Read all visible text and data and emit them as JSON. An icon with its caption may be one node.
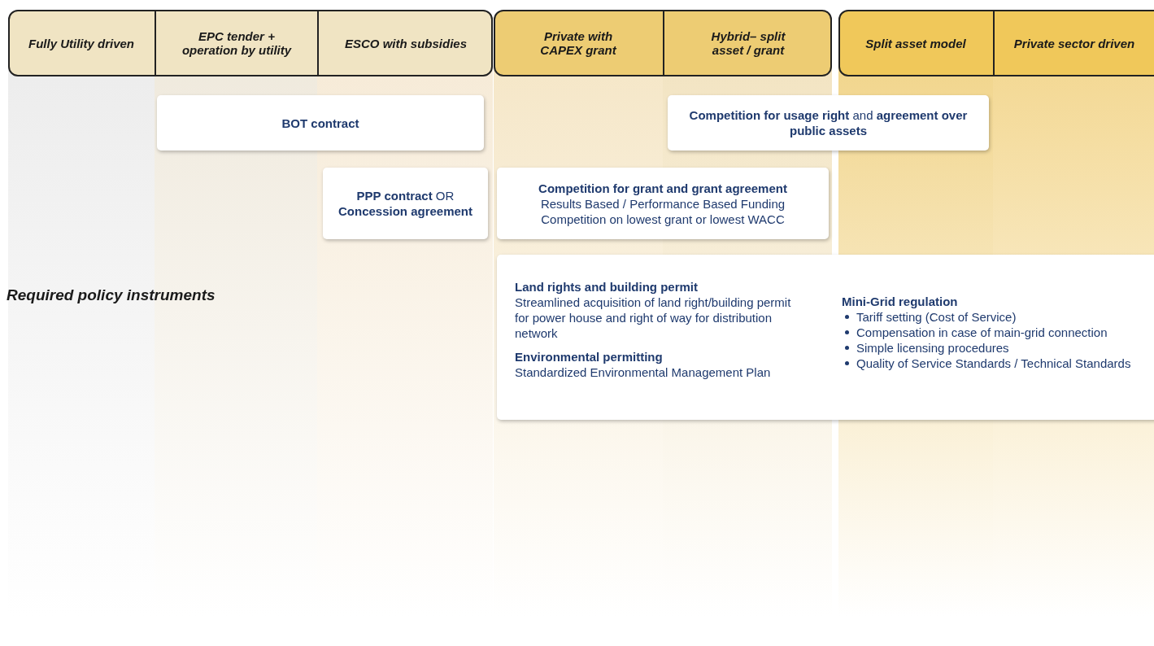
{
  "diagram": {
    "nodes": [
      {
        "text": [
          "Fully Utility driven"
        ]
      },
      {
        "text": [
          "EPC tender + operation by utility"
        ]
      },
      {
        "text": [
          "ESCO with subsidies"
        ]
      },
      {
        "text": [
          "Private with CAPEX grant"
        ]
      },
      {
        "text": [
          "Hybrid– split asset / grant"
        ]
      },
      {
        "text": [
          "Split asset model"
        ]
      },
      {
        "text": [
          "Private sector driven"
        ]
      },
      {
        "text": [
          "BOT contract"
        ]
      },
      {
        "text": [
          "**Competition for usage right** and **agreement over public assets**"
        ]
      },
      {
        "text": [
          "**PPP contract** OR **Concession agreement**"
        ]
      },
      {
        "text": [
          "Competition for grant and grant agreement",
          "Results Based / Performance Based Funding",
          "Competition on lowest grant or lowest WACC"
        ]
      },
      {
        "text": [
          "Land rights and building permit",
          "Streamlined acquisition of land right/building permit for power house and right of way for distribution network",
          "Environmental permitting",
          "Standardized Environmental Management Plan",
          "Mini-Grid regulation",
          "Tariff setting (Cost of Service)",
          "Compensation in case of main-grid connection",
          "Simple licensing procedures",
          "Quality of Service Standards / Technical Standards"
        ]
      }
    ],
    "edges": [],
    "labels": [
      "Required policy instruments"
    ]
  }
}
